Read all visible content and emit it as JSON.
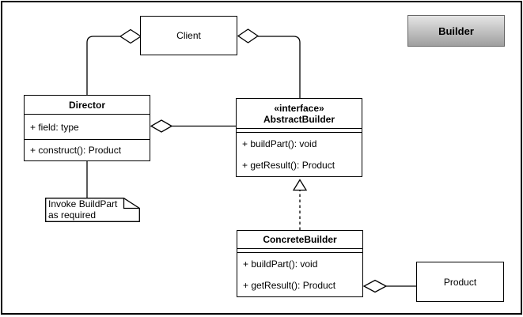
{
  "colors": {
    "stroke": "#000000",
    "fill": "#ffffff",
    "title_gradient_top": "#e5e5e5",
    "title_gradient_bottom": "#9f9f9f",
    "title_border": "#666666"
  },
  "title_box": {
    "label": "Builder"
  },
  "classes": {
    "client": {
      "name": "Client"
    },
    "director": {
      "name": "Director",
      "attributes": [
        "+ field: type"
      ],
      "methods": [
        "+ construct(): Product"
      ]
    },
    "abstract_builder": {
      "stereotype": "«interface»",
      "name": "AbstractBuilder",
      "methods": [
        "+ buildPart(): void",
        "+ getResult(): Product"
      ]
    },
    "concrete_builder": {
      "name": "ConcreteBuilder",
      "methods": [
        "+ buildPart(): void",
        "+ getResult(): Product"
      ]
    },
    "product": {
      "name": "Product"
    }
  },
  "note": {
    "lines": [
      "Invoke BuildPart",
      "as required"
    ]
  }
}
